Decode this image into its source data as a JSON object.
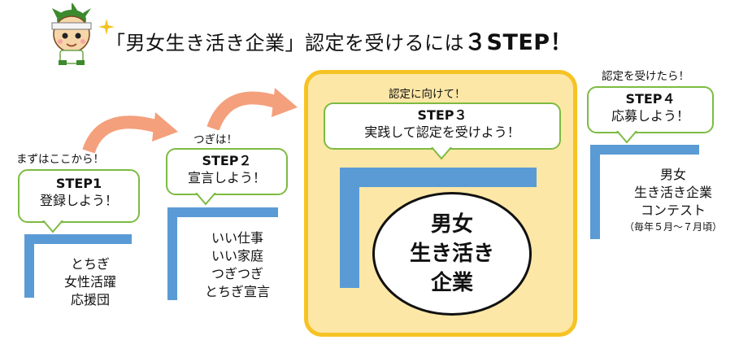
{
  "title": {
    "main": "「男女生き活き企業」認定を受けるには",
    "emph": "３STEP！"
  },
  "steps": [
    {
      "lead": "まずはここから！",
      "heading": "STEP1",
      "text": "登録しよう！",
      "body": [
        "とちぎ",
        "女性活躍",
        "応援団"
      ]
    },
    {
      "lead": "つぎは！",
      "heading": "STEP２",
      "text": "宣言しよう！",
      "body": [
        "いい仕事",
        "いい家庭",
        "つぎつぎ",
        "とちぎ宣言"
      ]
    },
    {
      "lead": "認定に向けて！",
      "heading": "STEP３",
      "text": "実践して認定を受けよう！",
      "goal": [
        "男女",
        "生き活き",
        "企業"
      ]
    },
    {
      "lead": "認定を受けたら！",
      "heading": "STEP４",
      "text": "応募しよう！",
      "body": [
        "男女",
        "生き活き企業",
        "コンテスト"
      ],
      "note": "（毎年５月～７月頃）"
    }
  ],
  "colors": {
    "bubble_border": "#7dbb42",
    "stair_blue": "#5b9bd5",
    "arrow": "#f4a07c",
    "panel_fill": "#fde7a6",
    "panel_border": "#f6c324"
  },
  "icons": {
    "mascot": "mascot-icon",
    "sparkle": "sparkle-icon"
  }
}
